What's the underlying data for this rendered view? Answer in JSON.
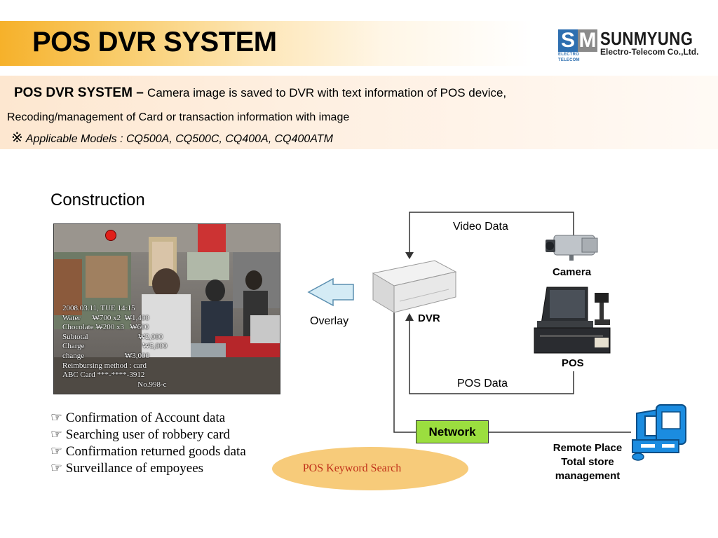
{
  "header": {
    "title": "POS DVR SYSTEM",
    "logo": {
      "s": "S",
      "m": "M",
      "small": "ELECTRO TELECOM",
      "name": "SUNMYUNG",
      "sub": "Electro-Telecom  Co.,Ltd."
    }
  },
  "description": {
    "line1_bold": "POS DVR SYSTEM",
    "line1_dash": " – ",
    "line1_rest": "Camera image is saved to DVR with text information of POS device,",
    "line2": "Recoding/management of Card or transaction information with image",
    "line3_mark": "※",
    "line3": "Applicable Models : CQ500A, CQ500C, CQ400A, CQ400ATM"
  },
  "section_title": "Construction",
  "overlay_text": "2008.03.11, TUE 14:15\nWater      ₩700 x2  ₩1,400\nChocolate ₩200 x3   ₩600\nSubtotal                          ₩2,000\nCharge                              ₩5,000\nchange                     ₩3,000\nReimbursing method : card\nABC Card ***-****-3912\n                                       No.998-c",
  "bullets": [
    "☞ Confirmation of Account data",
    "☞ Searching user of robbery card",
    "☞ Confirmation returned goods data",
    "☞ Surveillance of empoyees"
  ],
  "keyword_search": "POS Keyword Search",
  "diagram": {
    "video_data": "Video Data",
    "camera": "Camera",
    "dvr": "DVR",
    "overlay": "Overlay",
    "pos": "POS",
    "pos_data": "POS Data",
    "network": "Network",
    "remote": [
      "Remote Place",
      "Total store",
      "management"
    ]
  },
  "colors": {
    "network_box": "#9bde3f",
    "ellipse": "#f7cb7a",
    "keyword_text": "#c0301a",
    "logo_blue": "#2e6fb0",
    "title_band": "#f6b12a"
  },
  "icons": [
    "camera-icon",
    "dvr-icon",
    "pos-terminal-icon",
    "computer-icon",
    "left-arrow-icon",
    "record-dot-icon"
  ]
}
